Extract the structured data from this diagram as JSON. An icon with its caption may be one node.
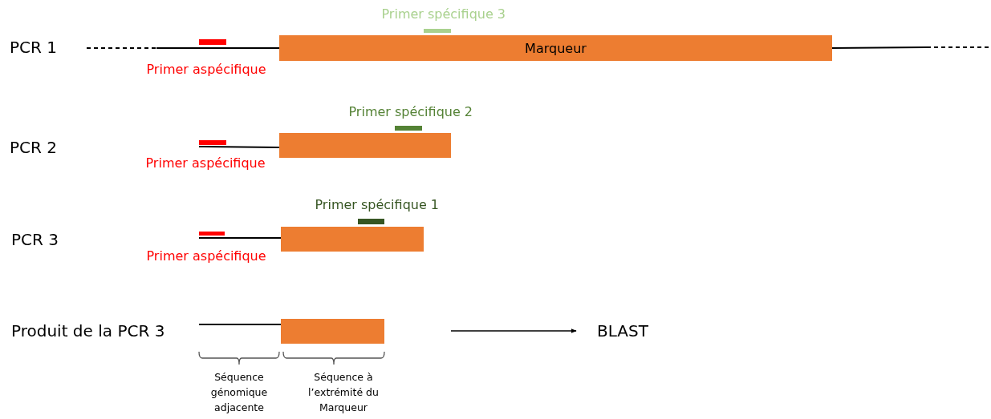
{
  "diagram": {
    "nodes": [
      {
        "text": [
          "Marqueur"
        ]
      },
      {
        "text": [],
        "shape": "bar"
      },
      {
        "text": [],
        "shape": "bar"
      },
      {
        "text": [],
        "shape": "bar"
      },
      {
        "text": [
          "BLAST"
        ]
      }
    ],
    "edges": [
      {
        "from": null,
        "to": 4,
        "arrow": "to"
      }
    ],
    "labels": [
      "Primer spécifique 3",
      "PCR 1",
      "Primer aspécifique",
      "Primer spécifique 2",
      "PCR 2",
      "Primer aspécifique",
      "Primer spécifique 1",
      "PCR 3",
      "Primer aspécifique",
      "Produit de la PCR 3",
      "Séquence génomique adjacente",
      "Séquence à l’extrémité du Marqueur"
    ]
  }
}
